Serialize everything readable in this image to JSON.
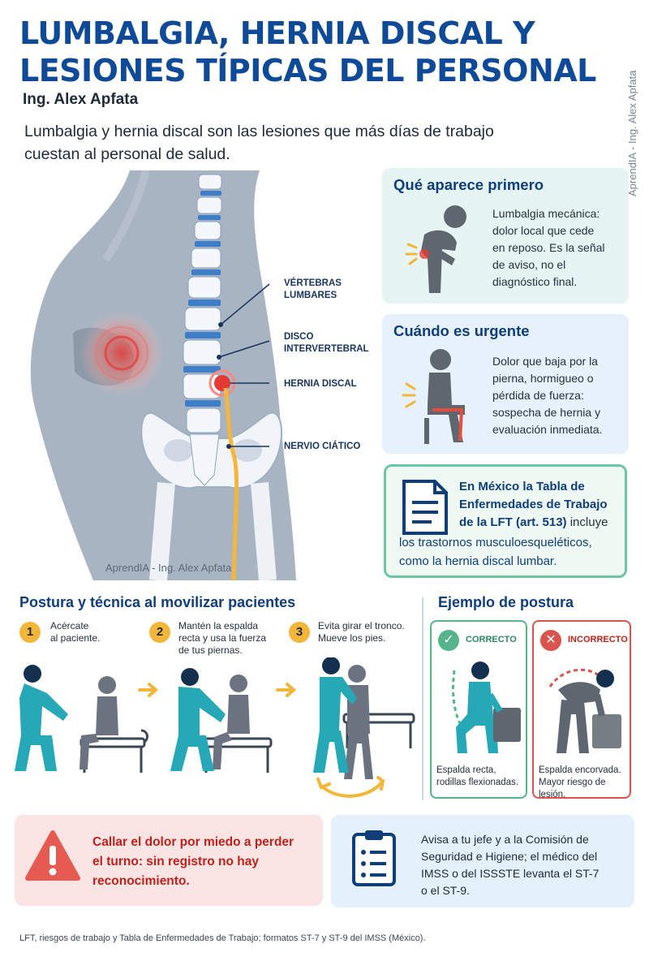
{
  "header": {
    "title_line1": "LUMBALGIA, HERNIA DISCAL Y",
    "title_line2": "LESIONES TÍPICAS DEL PERSONAL",
    "author": "Ing. Alex Apfata",
    "watermark": "AprendIA - Ing. Alex Apfata"
  },
  "intro": "Lumbalgia y hernia discal son las lesiones que más días de trabajo cuestan al personal de salud.",
  "anatomy": {
    "labels": {
      "vertebras": [
        "VÉRTEBRAS",
        "LUMBARES"
      ],
      "disco": [
        "DISCO",
        "INTERVERTEBRAL"
      ],
      "hernia": "HERNIA DISCAL",
      "nervio": "NERVIO CIÁTICO"
    },
    "credit": "AprendIA - Ing. Alex Apfata"
  },
  "cards": {
    "first": {
      "title": "Qué aparece primero",
      "lines": [
        "Lumbalgia mecánica:",
        "dolor local que cede",
        "en reposo. Es la señal",
        "de aviso, no el",
        "diagnóstico final."
      ]
    },
    "urgent": {
      "title": "Cuándo es urgente",
      "lines": [
        "Dolor que baja por la",
        "pierna, hormigueo o",
        "pérdida de fuerza:",
        "sospecha de hernia y",
        "evaluación inmediata."
      ]
    },
    "law": {
      "bold_lines": [
        "En México la Tabla de",
        "Enfermedades de Trabajo",
        "de la LFT (art. 513)"
      ],
      "inline_rest": " incluye",
      "lines": [
        "los trastornos musculoesqueléticos,",
        "como la hernia discal lumbar."
      ]
    }
  },
  "technique": {
    "title": "Postura y técnica al movilizar pacientes",
    "steps": [
      {
        "num": "1",
        "lines": [
          "Acércate",
          "al paciente."
        ]
      },
      {
        "num": "2",
        "lines": [
          "Mantén la espalda",
          "recta y usa la fuerza",
          "de tus piernas."
        ]
      },
      {
        "num": "3",
        "lines": [
          "Evita girar el tronco.",
          "Mueve los pies."
        ]
      }
    ]
  },
  "posture": {
    "title": "Ejemplo de postura",
    "correct": {
      "label": "CORRECTO",
      "caption": [
        "Espalda recta,",
        "rodillas flexionadas."
      ]
    },
    "incorrect": {
      "label": "INCORRECTO",
      "caption": [
        "Espalda encorvada.",
        "Mayor riesgo de lesión."
      ]
    }
  },
  "warning": {
    "lines": [
      "Callar el dolor por miedo a perder",
      "el turno: sin registro no hay",
      "reconocimiento."
    ]
  },
  "advice": {
    "lines": [
      "Avisa a tu jefe y a la Comisión de",
      "Seguridad e Higiene; el médico del",
      "IMSS o del ISSSTE levanta el ST-7",
      "o el ST-9."
    ]
  },
  "footer": "LFT, riesgos de trabajo y Tabla de Enfermedades de Trabajo; formatos ST-7 y ST-9 del IMSS (México).",
  "colors": {
    "title": "#0f4a99",
    "accent_teal": "#2aa9a4",
    "accent_orange": "#f2b63a",
    "danger": "#d9534f",
    "ok": "#56b48a"
  }
}
